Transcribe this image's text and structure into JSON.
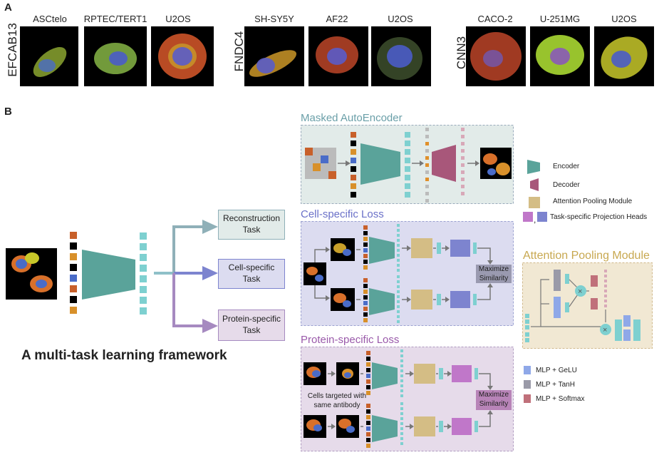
{
  "panel_a": {
    "letter": "A",
    "groups": [
      {
        "gene": "EFCAB13",
        "cells": [
          "ASCtelo",
          "RPTEC/TERT1",
          "U2OS"
        ]
      },
      {
        "gene": "FNDC4",
        "cells": [
          "SH-SY5Y",
          "AF22",
          "U2OS"
        ]
      },
      {
        "gene": "CNN3",
        "cells": [
          "CACO-2",
          "U-251MG",
          "U2OS"
        ]
      }
    ]
  },
  "panel_b": {
    "letter": "B",
    "framework_title": "A multi-task learning framework",
    "tasks": {
      "reconstruction": "Reconstruction Task",
      "cell": "Cell-specific Task",
      "protein": "Protein-specific Task"
    },
    "sections": {
      "mae": "Masked AutoEncoder",
      "cell_loss": "Cell-specific Loss",
      "protein_loss": "Protein-specific Loss",
      "attention": "Attention Pooling Module"
    },
    "maximize": "Maximize Similarity",
    "cells_targeted": "Cells targeted with same antibody",
    "legend": [
      {
        "label": "Encoder",
        "color": "#5aa39a",
        "icon": "encoder-trapezoid-icon"
      },
      {
        "label": "Decoder",
        "color": "#a8577a",
        "icon": "decoder-trapezoid-icon"
      },
      {
        "label": "Attention Pooling Module",
        "color": "#d4bd85",
        "icon": "attention-square-icon"
      },
      {
        "label": "Task-specific Projection Heads",
        "color": "#c077c9",
        "icon": "projection-squares-icon"
      }
    ],
    "mlp_legend": [
      {
        "label": "MLP + GeLU",
        "color": "#8fa8e8"
      },
      {
        "label": "MLP + TanH",
        "color": "#9a9aa8"
      },
      {
        "label": "MLP + Softmax",
        "color": "#c0707a"
      }
    ],
    "colors": {
      "encoder": "#5aa39a",
      "decoder": "#a8577a",
      "token": "#7ed0d0",
      "attention": "#d4bd85",
      "cell_head": "#7d84cf",
      "protein_head": "#c077c9",
      "mae_bg": "#e2ebe9",
      "cell_bg": "#dcdcf0",
      "protein_bg": "#e6dbea",
      "attn_bg": "#f1e8d3"
    }
  }
}
